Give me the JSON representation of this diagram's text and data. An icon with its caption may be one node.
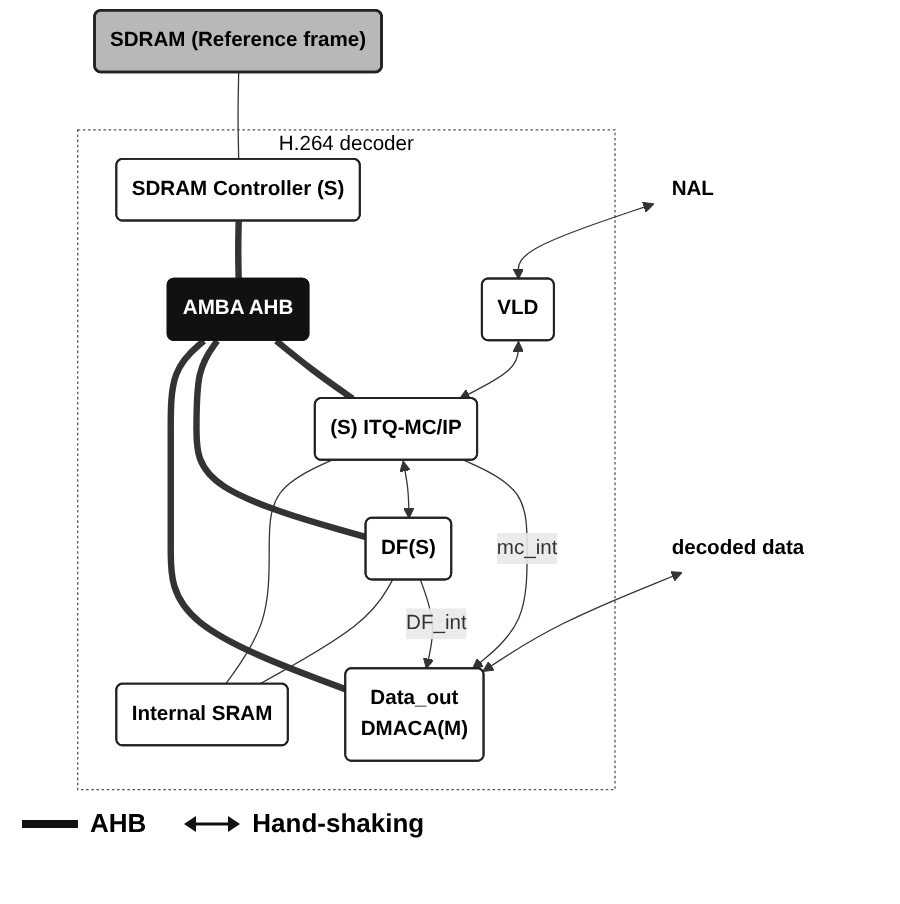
{
  "diagram": {
    "nodes": [
      {
        "text": [
          "SDRAM (Reference frame)"
        ]
      },
      {
        "text": [
          "decoded data"
        ]
      },
      {
        "text": [
          "H.264 decoder"
        ]
      },
      {
        "text": [
          "SDRAM Controller (S)"
        ],
        "in": 2
      },
      {
        "text": [
          "Data_out",
          "DMACA(M)"
        ],
        "in": 2
      },
      {
        "text": [
          "AMBA AHB"
        ],
        "in": 2
      },
      {
        "text": [
          "NAL"
        ]
      },
      {
        "text": [
          "VLD"
        ],
        "in": 2
      },
      {
        "text": [
          "(S) ITQ-MC/IP"
        ],
        "in": 2
      },
      {
        "text": [
          "DF(S)"
        ],
        "in": 2
      },
      {
        "text": [
          "Internal SRAM"
        ],
        "in": 2
      }
    ],
    "edges": [
      {
        "from": 0,
        "to": 3,
        "arrow": "none"
      },
      {
        "from": 1,
        "to": 4,
        "arrow": "both"
      },
      {
        "from": 3,
        "to": 5,
        "arrow": "none",
        "style": "thick"
      },
      {
        "from": 4,
        "to": 5,
        "arrow": "none",
        "style": "thick"
      },
      {
        "from": 5,
        "to": 8,
        "arrow": "none",
        "style": "thick"
      },
      {
        "from": 5,
        "to": 9,
        "arrow": "none",
        "style": "thick"
      },
      {
        "from": 8,
        "to": 4,
        "arrow": "to",
        "label": "mc_int"
      },
      {
        "from": 9,
        "to": 4,
        "arrow": "to",
        "label": "DF_int"
      },
      {
        "from": 6,
        "to": 7,
        "arrow": "both"
      },
      {
        "from": 7,
        "to": 8,
        "arrow": "both"
      },
      {
        "from": 8,
        "to": 9,
        "arrow": "both"
      },
      {
        "from": 8,
        "to": 10,
        "arrow": "none"
      },
      {
        "from": 9,
        "to": 10,
        "arrow": "none"
      }
    ],
    "legend": [
      {
        "text": "AHB"
      },
      {
        "text": "Hand-shaking"
      }
    ]
  }
}
